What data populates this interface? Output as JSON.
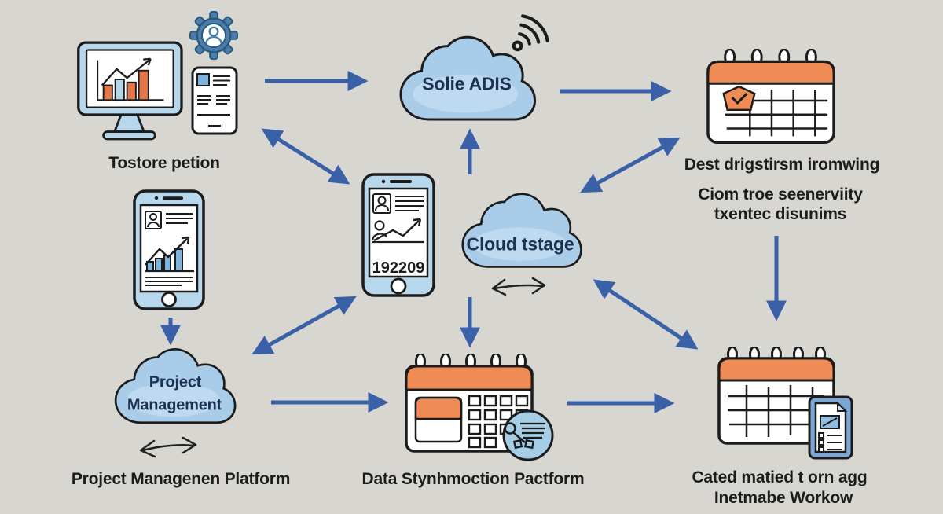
{
  "palette": {
    "background": "#d8d6d0",
    "arrow_blue": "#3a60a8",
    "cloud_fill": "#a9cce8",
    "cloud_highlight": "#bddaf0",
    "calendar_orange": "#ef8b55",
    "device_blue": "#b7d7ec",
    "bar_orange": "#e2784a",
    "ink": "#1c1c1c"
  },
  "workstation": {
    "caption": "Tostore petion"
  },
  "cloud_top": {
    "label": "Solie ADIS"
  },
  "calendar_events": {
    "caption": "Dest drigstirsm iromwing",
    "note_line1": "Ciom troe seenerviity",
    "note_line2": "txentec disunims"
  },
  "phone_profile": {
    "value": "192209"
  },
  "cloud_storage": {
    "label": "Cloud tstage"
  },
  "cloud_pm": {
    "label_line1": "Project",
    "label_line2": "Management",
    "caption": "Project Managenen Platform"
  },
  "calendar_sync": {
    "caption": "Data Stynhmoction Pactform"
  },
  "calendar_workflow": {
    "caption_line1": "Cated matied t orn agg",
    "caption_line2": "Inetmabe Workow"
  }
}
